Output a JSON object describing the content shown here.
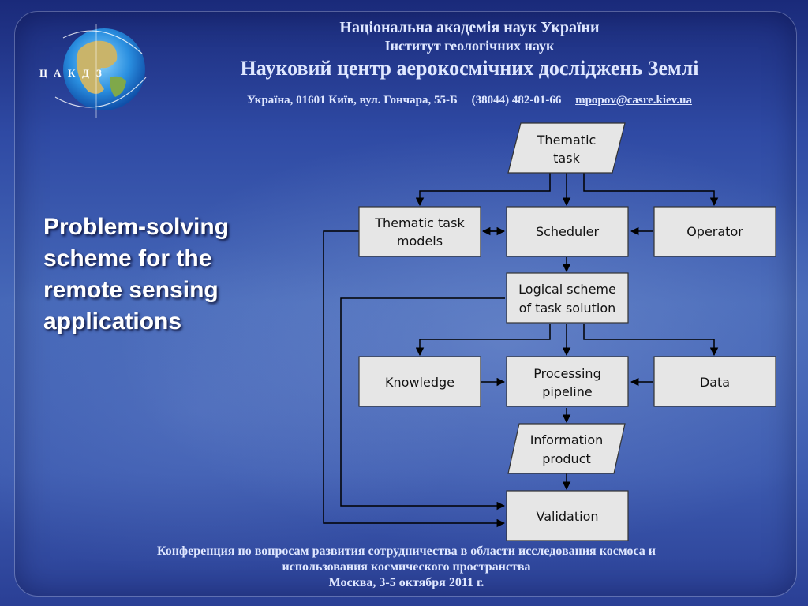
{
  "header": {
    "line1": "Національна академія наук України",
    "line2": "Інститут геологічних наук",
    "line3": "Науковий центр аерокосмічних досліджень Землі",
    "address": "Україна,  01601 Київ,  вул.  Гончара,  55-Б",
    "phone": "(38044) 482-01-66",
    "email": "mpopov@casre.kiev.ua"
  },
  "logo": {
    "letters": [
      "Ц",
      "А",
      "К",
      "Д",
      "З"
    ]
  },
  "title": {
    "line1": "Problem-solving",
    "line2": "scheme for the",
    "line3": "remote sensing",
    "line4": "applications"
  },
  "diagram": {
    "nodes": {
      "thematic_task": {
        "line1": "Thematic",
        "line2": "task"
      },
      "thematic_task_models": {
        "line1": "Thematic task",
        "line2": "models"
      },
      "scheduler": {
        "line1": "Scheduler"
      },
      "operator": {
        "line1": "Operator"
      },
      "logical_scheme": {
        "line1": "Logical scheme",
        "line2": "of task solution"
      },
      "knowledge": {
        "line1": "Knowledge"
      },
      "processing_pipeline": {
        "line1": "Processing",
        "line2": "pipeline"
      },
      "data": {
        "line1": "Data"
      },
      "information_product": {
        "line1": "Information",
        "line2": "product"
      },
      "validation": {
        "line1": "Validation"
      }
    }
  },
  "footer": {
    "line1": "Конференция по вопросам развития сотрудничества в области исследования космоса и",
    "line2": "использования космического пространства",
    "line3": "Москва, 3-5 октября 2011  г."
  }
}
